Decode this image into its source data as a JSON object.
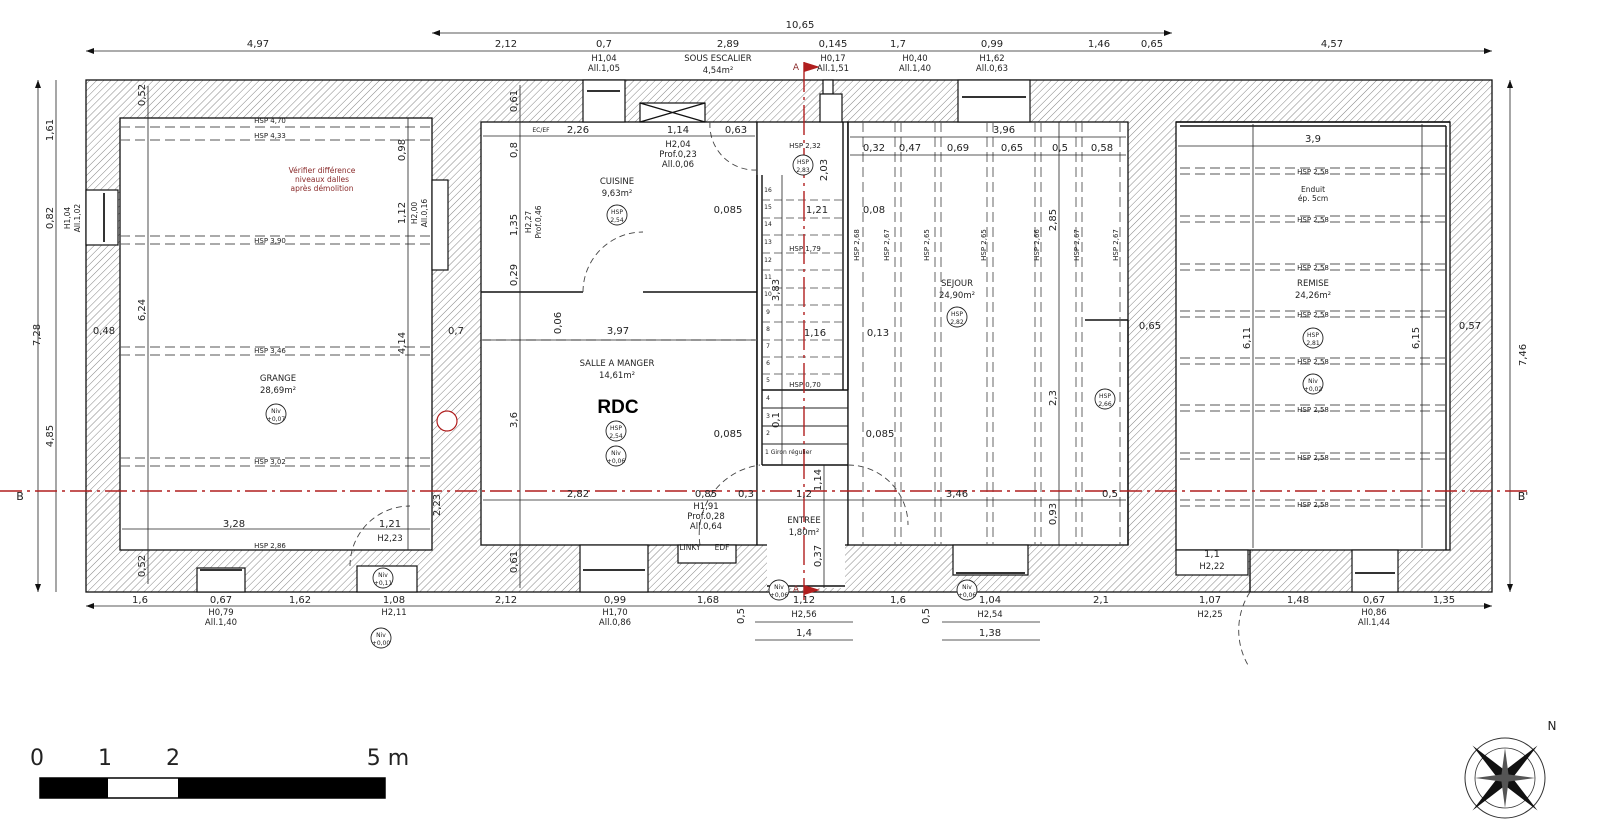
{
  "title": "RDC",
  "rooms": {
    "grange": {
      "name": "GRANGE",
      "area": "28,69m²"
    },
    "cuisine": {
      "name": "CUISINE",
      "area": "9,63m²"
    },
    "salle": {
      "name": "SALLE A MANGER",
      "area": "14,61m²"
    },
    "sous_escalier": {
      "name": "SOUS ESCALIER",
      "area": "4,54m²"
    },
    "entree": {
      "name": "ENTREE",
      "area": "1,80m²"
    },
    "sejour": {
      "name": "SEJOUR",
      "area": "24,90m²"
    },
    "remise": {
      "name": "REMISE",
      "area": "24,26m²"
    }
  },
  "dims": {
    "overall": "10,65",
    "top": [
      "4,97",
      "2,12",
      "0,7",
      "2,89",
      "0,145",
      "1,7",
      "0,99",
      "1,46",
      "0,65",
      "4,57"
    ],
    "left": [
      "7,28",
      "1,61",
      "0,82",
      "4,85"
    ],
    "right": [
      "7,46"
    ],
    "bottom": [
      "1,6",
      "0,67",
      "1,62",
      "1,08",
      "2,12",
      "0,99",
      "1,68",
      "1,12",
      "1,6",
      "1,04",
      "2,1",
      "1,07",
      "1,48",
      "0,67",
      "1,35",
      "1,4",
      "1,38",
      "0,5",
      "0,5"
    ],
    "interior": [
      "0,52",
      "6,24",
      "0,52",
      "0,98",
      "1,12",
      "4,14",
      "0,48",
      "3,28",
      "1,21",
      "2,23",
      "0,7",
      "0,61",
      "2,26",
      "1,14",
      "0,63",
      "0,8",
      "1,35",
      "0,29",
      "0,06",
      "3,97",
      "3,6",
      "0,085",
      "0,085",
      "2,82",
      "0,85",
      "0,3",
      "0,61",
      "2,03",
      "1,21",
      "0,08",
      "3,83",
      "1,16",
      "0,13",
      "0,1",
      "0,085",
      "1,2",
      "1,14",
      "0,37",
      "3,96",
      "0,32",
      "0,47",
      "0,69",
      "0,65",
      "0,5",
      "0,58",
      "2,85",
      "2,3",
      "0,93",
      "3,46",
      "0,5",
      "0,65",
      "3,9",
      "6,11",
      "6,15",
      "0,57",
      "1,1"
    ]
  },
  "openings": [
    [
      "H1,04",
      "All.1,05"
    ],
    [
      "H0,17",
      "All.1,51"
    ],
    [
      "H0,40",
      "All.1,40"
    ],
    [
      "H1,62",
      "All.0,63"
    ],
    [
      "H1,04",
      "All.1,02"
    ],
    [
      "H2,00",
      "All.0,16"
    ],
    [
      "H2,04",
      "Prof.0,23",
      "All.0,06"
    ],
    [
      "H2,27",
      "Prof.0,46"
    ],
    [
      "H2,23"
    ],
    [
      "H1,91",
      "Prof.0,28",
      "All.0,64"
    ],
    [
      "H2,56"
    ],
    [
      "H0,79",
      "All.1,40"
    ],
    [
      "H2,11"
    ],
    [
      "H1,70",
      "All.0,86"
    ],
    [
      "H2,54"
    ],
    [
      "H2,25"
    ],
    [
      "H0,86",
      "All.1,44"
    ],
    [
      "H2,22"
    ]
  ],
  "hsp_lines": [
    "HSP 4,70",
    "HSP 4,33",
    "HSP 3,90",
    "HSP 3,46",
    "HSP 3,02",
    "HSP 2,86",
    "HSP 2,32",
    "HSP 1,79",
    "HSP 0,70",
    "HSP 2,58",
    "HSP 2,58",
    "HSP 2,58",
    "HSP 2,58",
    "HSP 2,58",
    "HSP 2,58",
    "HSP 2,58",
    "HSP 2,58",
    "HSP 2,68",
    "HSP 2,67",
    "HSP 2,65",
    "HSP 2,65",
    "HSP 2,66",
    "HSP 2,67",
    "HSP 2,67"
  ],
  "markers": [
    {
      "top": "HSP",
      "bottom": "2,54"
    },
    {
      "top": "HSP",
      "bottom": "2,54"
    },
    {
      "top": "Niv",
      "bottom": "+0,06"
    },
    {
      "top": "Niv",
      "bottom": "+0,07"
    },
    {
      "top": "HSP",
      "bottom": "2,83"
    },
    {
      "top": "HSP",
      "bottom": "2,82"
    },
    {
      "top": "HSP",
      "bottom": "2,66"
    },
    {
      "top": "HSP",
      "bottom": "2,81"
    },
    {
      "top": "Niv",
      "bottom": "+0,02"
    },
    {
      "top": "Niv",
      "bottom": "+0,11"
    },
    {
      "top": "Niv",
      "bottom": "+0,00"
    },
    {
      "top": "Niv",
      "bottom": "+0,06"
    },
    {
      "top": "Niv",
      "bottom": "+0,06"
    }
  ],
  "notes": {
    "slab_warning": [
      "Vérifier différence",
      "niveaux dalles",
      "après démolition"
    ],
    "enduit": [
      "Enduit",
      "ép. 5cm"
    ],
    "ec_ef": "EC/EF",
    "linky": "LINKY",
    "edf": "EDF",
    "giron": "1 Giron régulier"
  },
  "stair_steps": [
    "16",
    "15",
    "14",
    "13",
    "12",
    "11",
    "10",
    "9",
    "8",
    "7",
    "6",
    "5",
    "4",
    "3",
    "2"
  ],
  "section": {
    "b_left": "B",
    "b_right": "B'",
    "a_top": "A",
    "a_bottom": "A"
  },
  "scale": {
    "labels": [
      "0",
      "1",
      "2",
      "5 m"
    ]
  },
  "north": "N",
  "colors": {
    "section_line": "#b01e1e",
    "note": "#8a2a2a",
    "wall_hatch": "#555555"
  }
}
